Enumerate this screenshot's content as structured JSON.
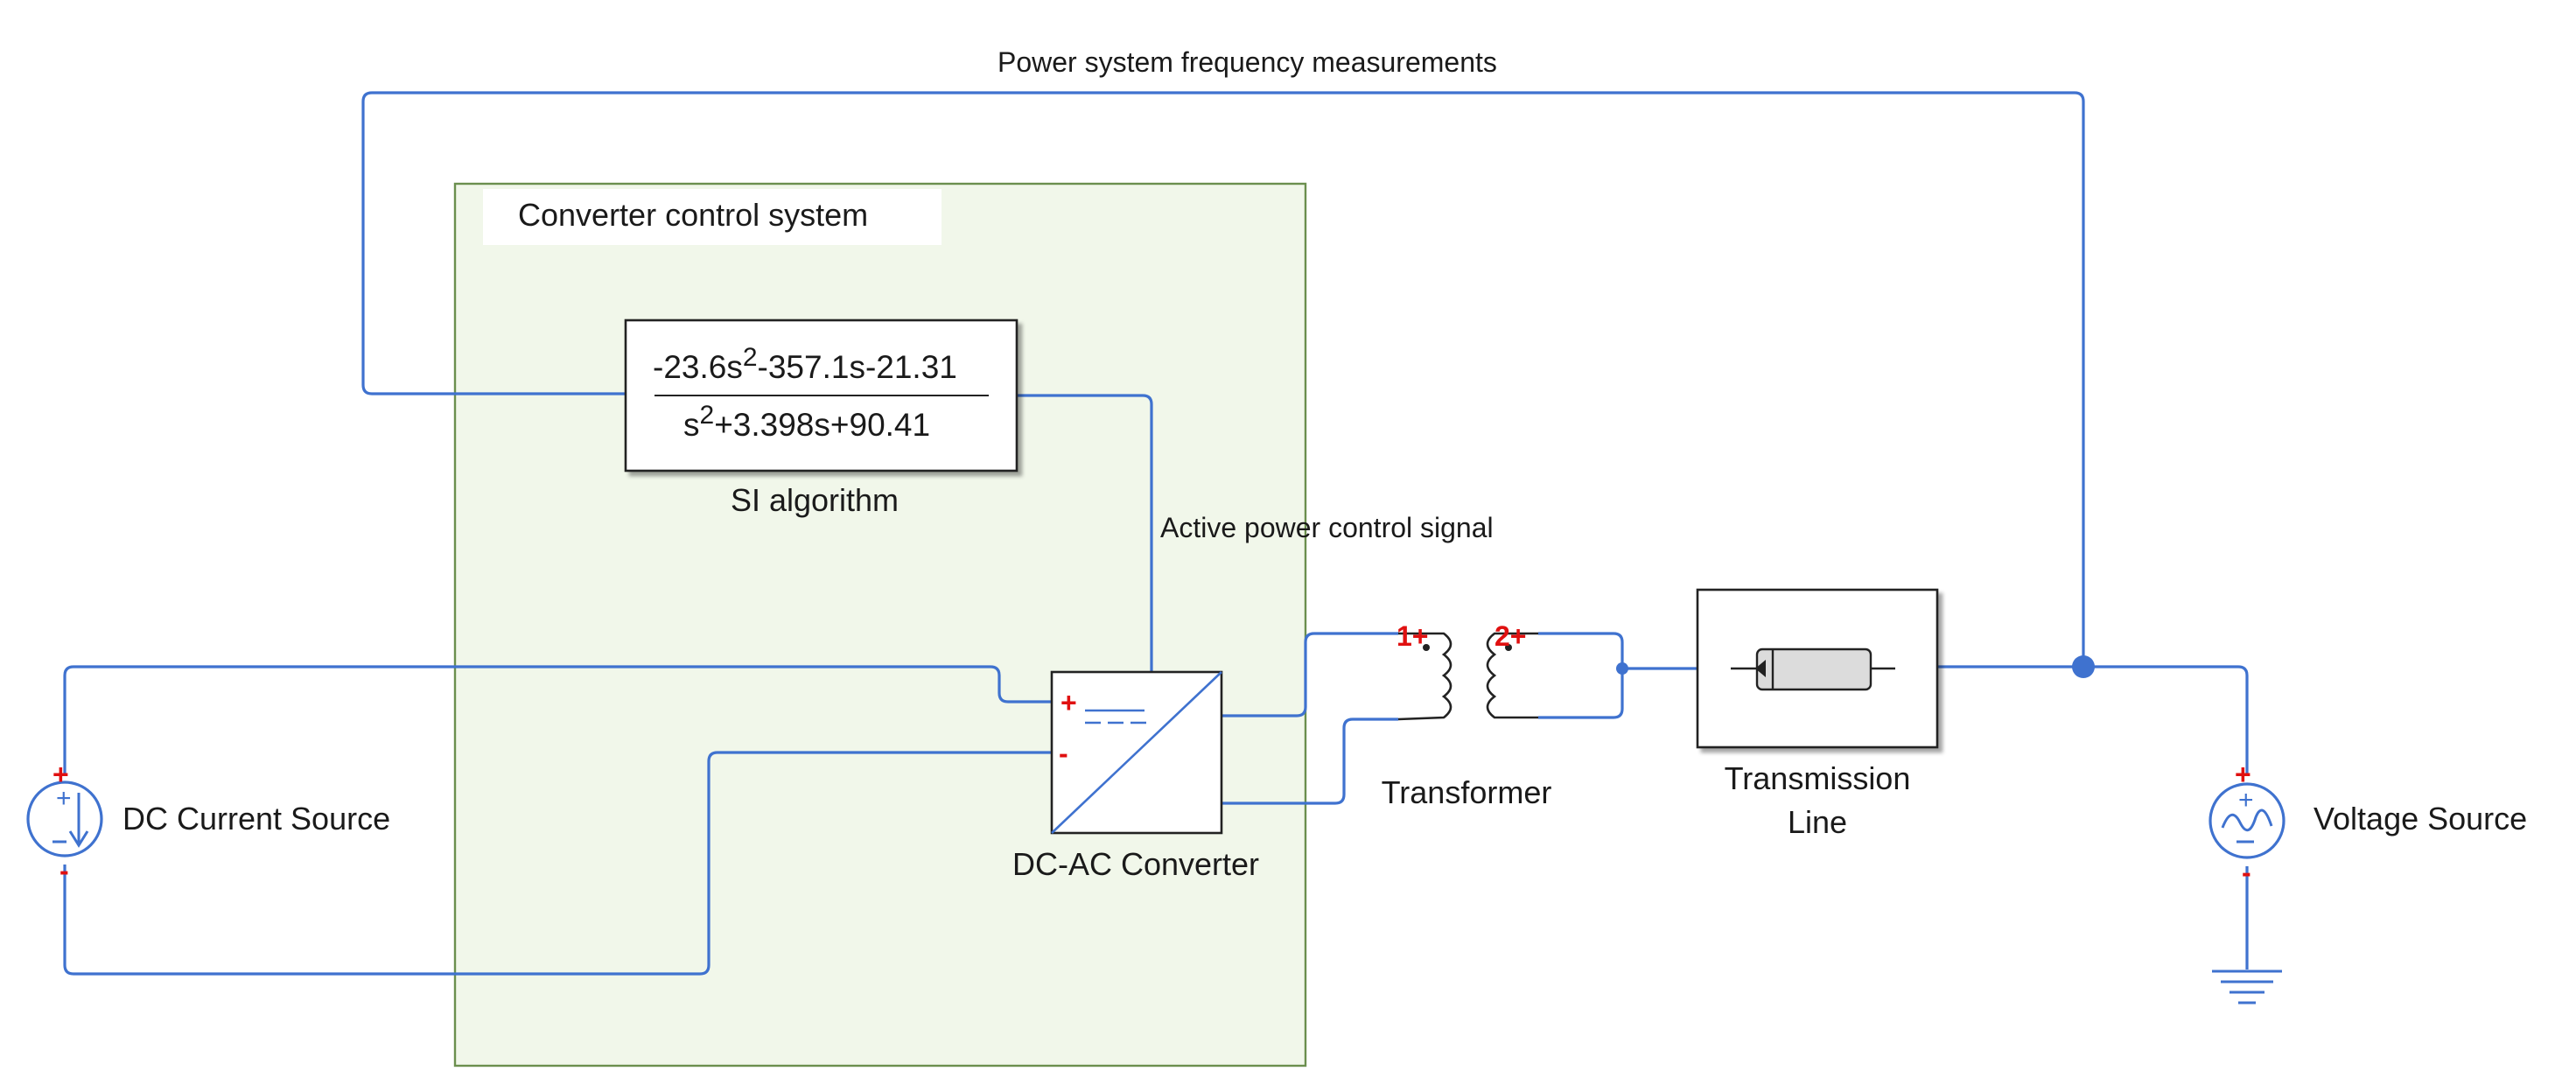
{
  "diagram": {
    "feedback_label": "Power system frequency measurements",
    "control_signal_label": "Active power control signal",
    "subsystem": {
      "title": "Converter control system",
      "fill": "#f1f7ea",
      "border": "#6b8f4e"
    },
    "transfer_function": {
      "num_prefix": "-23.6s",
      "num_exp": "2",
      "num_suffix": "-357.1s-21.31",
      "den_prefix": "s",
      "den_exp": "2",
      "den_suffix": "+3.398s+90.41",
      "label": "SI algorithm"
    },
    "dc_source": {
      "label": "DC Current Source",
      "plus": "+",
      "minus": "-"
    },
    "converter": {
      "label": "DC-AC Converter",
      "plus": "+",
      "minus": "-"
    },
    "transformer": {
      "label": "Transformer",
      "winding1": "1+",
      "winding2": "2+"
    },
    "line": {
      "label_line1": "Transmission",
      "label_line2": "Line"
    },
    "voltage_source": {
      "label": "Voltage Source",
      "plus": "+",
      "minus": "-"
    },
    "colors": {
      "wire": "#3f72cf",
      "polarity": "#e01010"
    }
  }
}
